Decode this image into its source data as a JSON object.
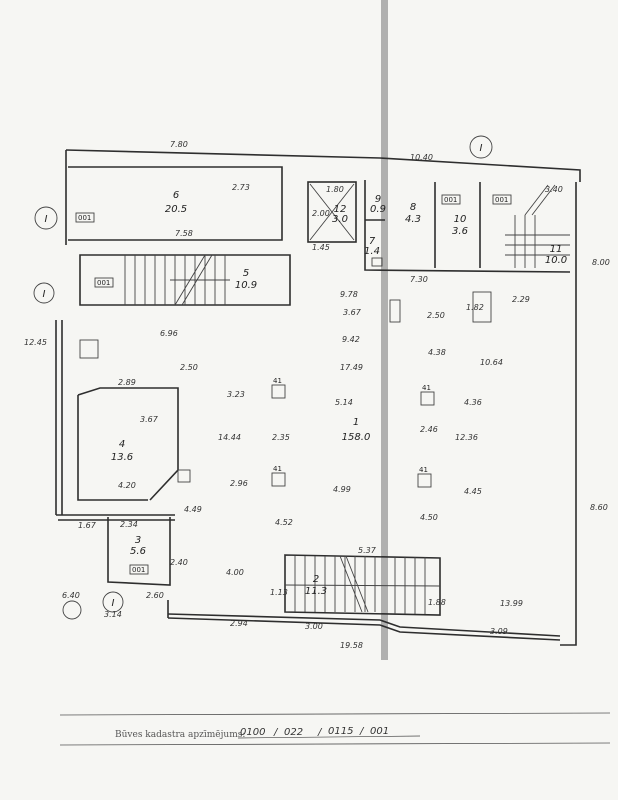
{
  "rooms": [
    {
      "no": "6",
      "area": "20.5"
    },
    {
      "no": "5",
      "area": "10.9"
    },
    {
      "no": "12",
      "area": "3.0"
    },
    {
      "no": "9",
      "area": "0.9"
    },
    {
      "no": "7",
      "area": "1.4"
    },
    {
      "no": "8",
      "area": "4.3"
    },
    {
      "no": "10",
      "area": "3.6"
    },
    {
      "no": "11",
      "area": "10.0"
    },
    {
      "no": "1",
      "area": "158.0"
    },
    {
      "no": "4",
      "area": "13.6"
    },
    {
      "no": "3",
      "area": "5.6"
    },
    {
      "no": "2",
      "area": "11.3"
    }
  ],
  "dims": [
    "7.80",
    "10.40",
    "7.58",
    "2.73",
    "1.80",
    "2.00",
    "1.45",
    "9.78",
    "3.67",
    "9.42",
    "17.49",
    "5.14",
    "2.96",
    "3.23",
    "14.44",
    "4.99",
    "4.52",
    "4.00",
    "2.46",
    "12.36",
    "4.36",
    "4.45",
    "4.50",
    "2.50",
    "2.29",
    "8.00",
    "8.60",
    "13.99",
    "19.58",
    "2.94",
    "3.00",
    "3.09",
    "5.37",
    "12.45",
    "2.89",
    "3.67",
    "6.40",
    "3.14",
    "1.67",
    "2.34",
    "2.60",
    "2.40",
    "4.20",
    "4.49",
    "7.30",
    "3.40",
    "6.96",
    "2.35",
    "1.82",
    "4.38",
    "10.64",
    "2.50",
    "1.13",
    "1.88"
  ],
  "markers": {
    "section": "I",
    "inventory_tag": "001",
    "column_size": "41"
  },
  "cadastre": {
    "label": "Būves kadastra apzīmējums:",
    "parts": [
      "0100",
      "022",
      "0115",
      "001"
    ],
    "separator": "/"
  }
}
